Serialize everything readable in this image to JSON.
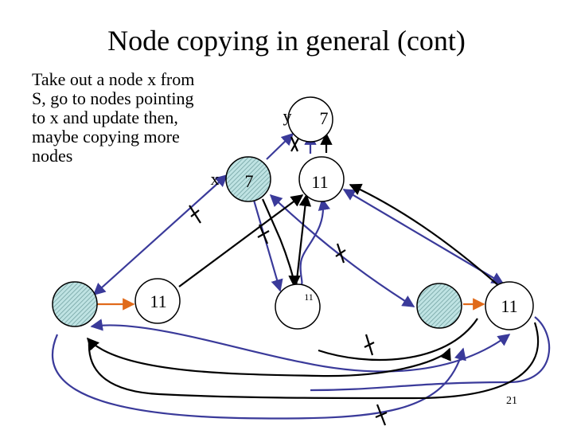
{
  "slide": {
    "title": "Node copying in general (cont)",
    "description": "Take out a node x from\nS, go to nodes pointing\nto x and update then,\nmaybe copying more\nnodes",
    "page_number": "21"
  },
  "diagram": {
    "labels": {
      "x": "x",
      "y": "y",
      "node_x": "7",
      "node_y": "7",
      "node_top": "11",
      "node_left": "",
      "node_left_mid": "11",
      "node_center": "11",
      "node_right": "",
      "node_far_right": "11"
    },
    "colors": {
      "blue_edge": "#3a3a9a",
      "black_edge": "#000000",
      "orange_edge": "#e06a1a",
      "hatched_fill": "#bfe3e3",
      "hatch_line": "#6a9a9a"
    }
  }
}
